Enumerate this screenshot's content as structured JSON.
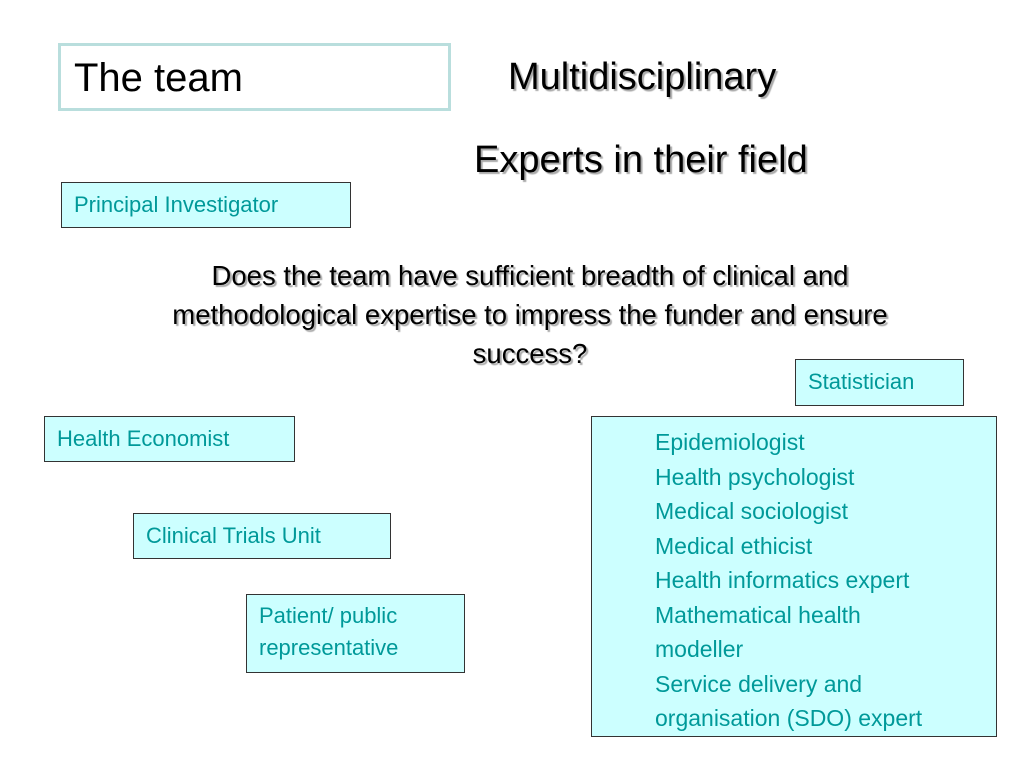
{
  "slide": {
    "title": "The team",
    "heading_1": "Multidisciplinary",
    "heading_2": "Experts in their field",
    "question": "Does the team have sufficient breadth of clinical and methodological expertise to impress the funder and ensure success?"
  },
  "roles": {
    "principal_investigator": "Principal Investigator",
    "statistician": "Statistician",
    "health_economist": "Health Economist",
    "clinical_trials_unit": "Clinical Trials Unit",
    "patient_public_line1": "Patient/ public",
    "patient_public_line2": "representative"
  },
  "other_experts": [
    "Epidemiologist",
    "Health psychologist",
    "Medical sociologist",
    "Medical ethicist",
    "Health informatics expert",
    "Mathematical health",
    "modeller",
    "Service delivery and",
    "organisation (SDO) expert"
  ],
  "colors": {
    "box_fill": "#ccffff",
    "box_text": "#009999",
    "title_border": "#b9dedd"
  }
}
